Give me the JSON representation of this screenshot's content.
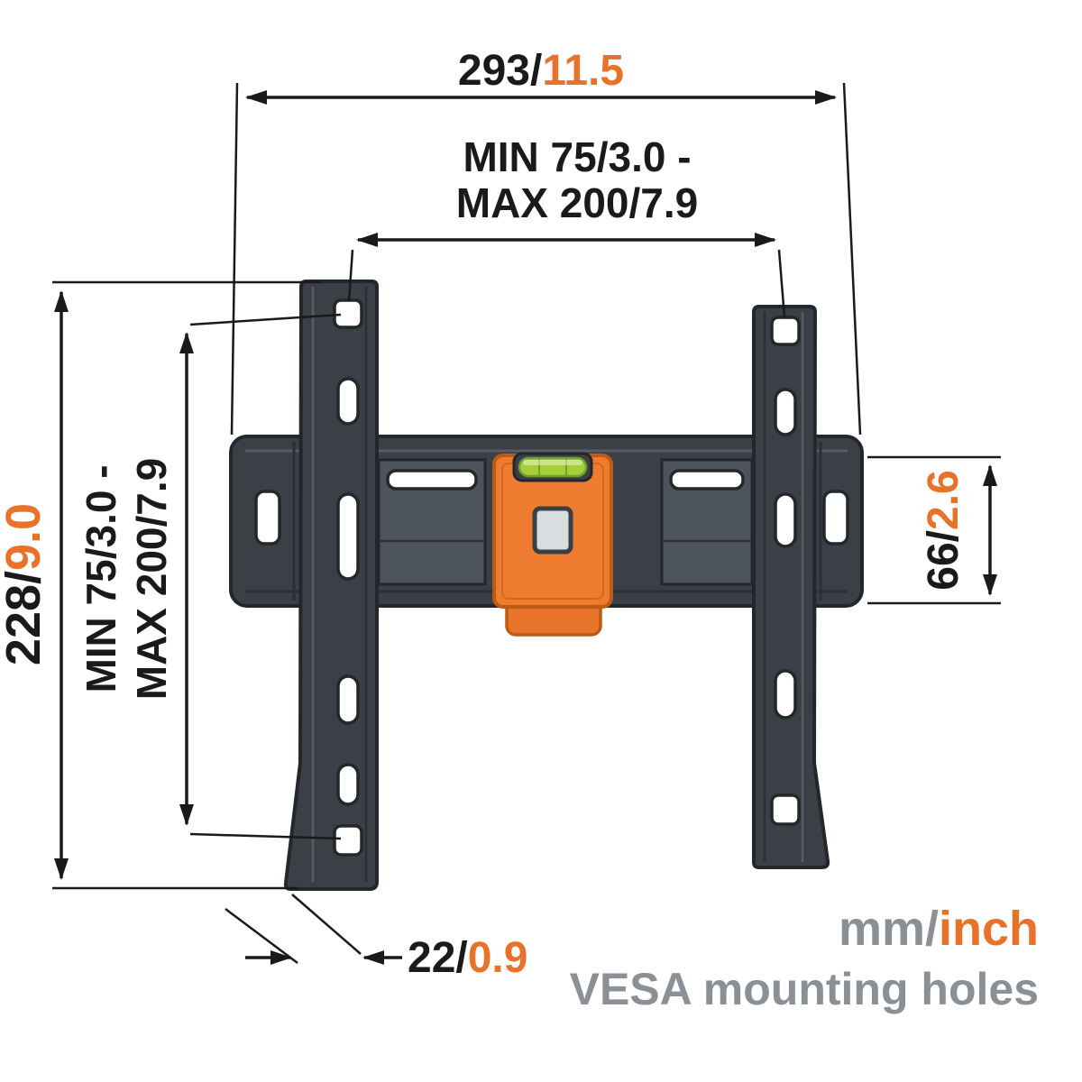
{
  "palette": {
    "orange_accent": "#E8722A",
    "bracket_dark": "#3B4046",
    "bracket_mid": "#4D545B",
    "label_black": "#1A1A1A",
    "label_gray": "#8A9096",
    "level_green": "#A5CE39"
  },
  "dims": {
    "width": {
      "mm": "293/",
      "inch": "11.5"
    },
    "vesa_h": {
      "line1": "MIN 75/3.0 -",
      "line2": "MAX 200/7.9"
    },
    "height": {
      "mm": "228/",
      "inch": "9.0"
    },
    "vesa_v": {
      "line1": "MIN 75/3.0 -",
      "line2": "MAX 200/7.9"
    },
    "plate": {
      "mm": "66/",
      "inch": "2.6"
    },
    "depth": {
      "mm": "22/",
      "inch": "0.9"
    }
  },
  "legend": {
    "mm": "mm/",
    "inch": "inch",
    "caption": "VESA mounting holes"
  }
}
